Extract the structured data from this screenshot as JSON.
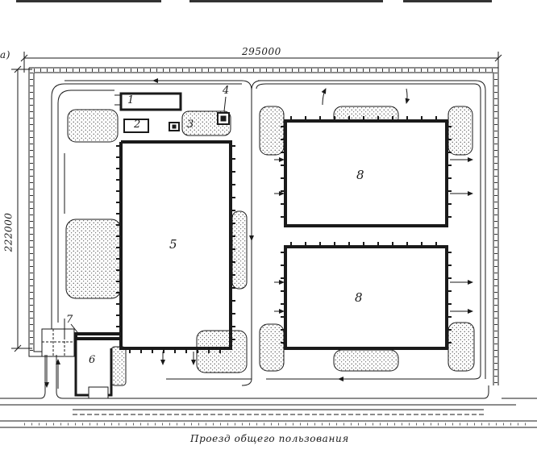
{
  "figure": {
    "panel_label": "а)",
    "dim_width": "295000",
    "dim_height": "222000",
    "road_caption": "Проезд общего пользования"
  },
  "labels": {
    "b1": "1",
    "b2": "2",
    "b3": "3",
    "b4": "4",
    "b5": "5",
    "b6": "6",
    "b7": "7",
    "b8a": "8",
    "b8b": "8"
  },
  "colors": {
    "ink": "#1a1a1a",
    "stipple": "#5a5a5a",
    "paper": "#ffffff"
  }
}
